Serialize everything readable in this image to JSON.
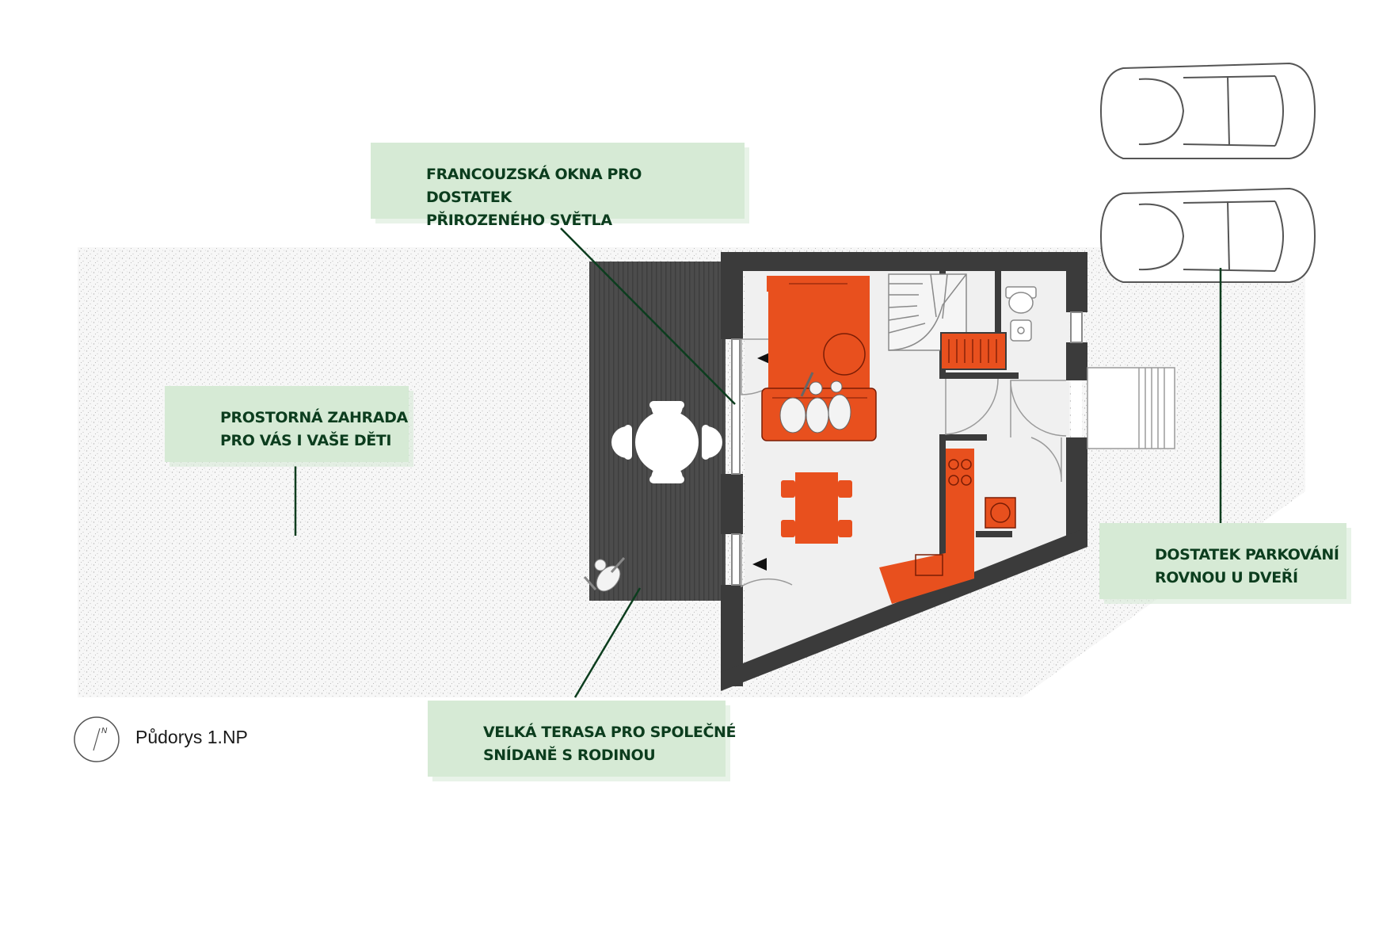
{
  "plan_title": "Půdorys 1.NP",
  "compass_letter": "N",
  "callouts": {
    "windows": "FRANCOUZSKÁ OKNA PRO DOSTATEK\nPŘIROZENÉHO SVĚTLA",
    "garden": "PROSTORNÁ ZAHRADA\nPRO VÁS I VAŠE DĚTI",
    "parking": "DOSTATEK PARKOVÁNÍ\nROVNOU U DVEŘÍ",
    "terrace": "VELKÁ TERASA PRO SPOLEČNÉ\nSNÍDANĚ S RODINOU"
  },
  "colors": {
    "callout_bg": "#d6ead5",
    "callout_text": "#0c3d1e",
    "leader_line": "#0c3d1e",
    "wall": "#3b3b3b",
    "terrace": "#4a4a4a",
    "furniture": "#e8501e",
    "floor": "#f0f0f0"
  }
}
